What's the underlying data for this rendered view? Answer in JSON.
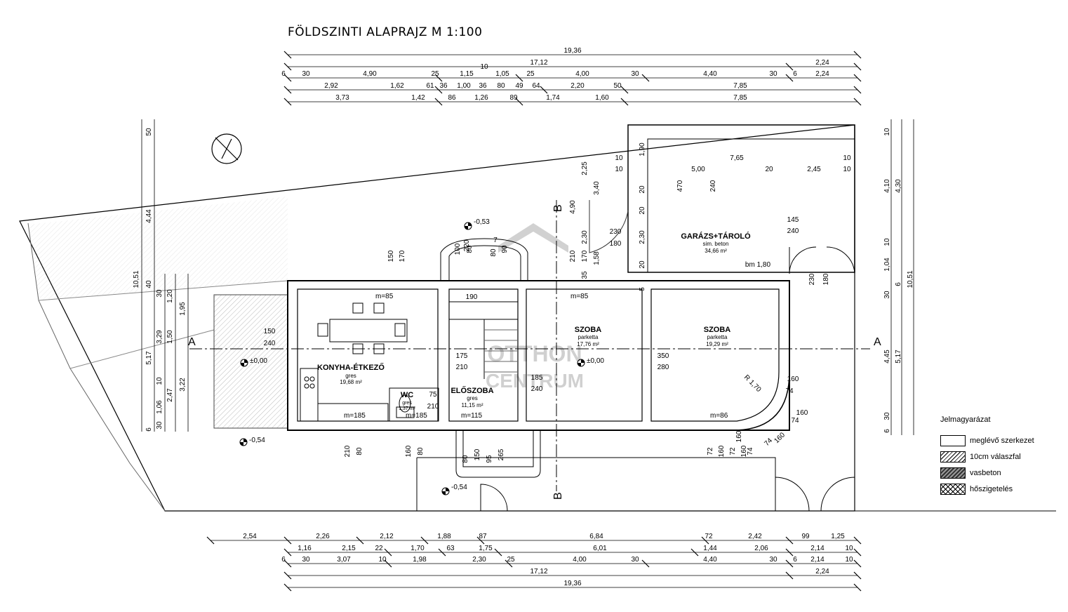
{
  "title": "FÖLDSZINTI ALAPRAJZ M 1:100",
  "section_markers": {
    "a_left": "A",
    "a_right": "A",
    "b_top": "B",
    "b_bottom": "B"
  },
  "rooms": {
    "kitchen": {
      "name": "KONYHA-ÉTKEZŐ",
      "floor": "gres",
      "area": "19,68 m²"
    },
    "wc": {
      "name": "WC",
      "floor": "gres",
      "area": "1,37 m²"
    },
    "hall": {
      "name": "ELŐSZOBA",
      "floor": "gres",
      "area": "11,15 m²"
    },
    "room1": {
      "name": "SZOBA",
      "floor": "parketta",
      "area": "17,76 m²"
    },
    "room2": {
      "name": "SZOBA",
      "floor": "parketta",
      "area": "19,29 m²"
    },
    "garage": {
      "name": "GARÁZS+TÁROLÓ",
      "floor": "sim. beton",
      "area": "34,66 m²",
      "note": "bm 1,80"
    }
  },
  "levels": [
    "-0,53",
    "±0,00",
    "±0,00",
    "-0,54",
    "-0,54"
  ],
  "window_labels": [
    "m=85",
    "m=85",
    "m=185",
    "m=185",
    "m=115",
    "m=86"
  ],
  "radius_label": "R 1,70",
  "dims_top": {
    "row1": [
      "19,36"
    ],
    "row2": [
      "17,12",
      "2,24"
    ],
    "row3": [
      "6",
      "30",
      "4,90",
      "25",
      "1,15",
      "10",
      "1,05",
      "25",
      "4,00",
      "30",
      "4,40",
      "30",
      "6",
      "2,24"
    ],
    "row4": [
      "2,92",
      "1,62",
      "61",
      "36",
      "1,00",
      "36",
      "80",
      "49",
      "64",
      "2,20",
      "50",
      "7,85"
    ],
    "row5": [
      "3,73",
      "1,42",
      "86",
      "1,26",
      "89",
      "1,74",
      "1,60",
      "7,85"
    ]
  },
  "dims_bottom": {
    "row1": [
      "2,54",
      "2,26",
      "2,12",
      "1,88",
      "87",
      "6,84",
      "72",
      "2,42",
      "99",
      "1,25"
    ],
    "row2": [
      "1,16",
      "2,15",
      "22",
      "1,70",
      "63",
      "1,75",
      "6,01",
      "1,44",
      "2,06",
      "2,14",
      "10"
    ],
    "row3": [
      "6",
      "30",
      "3,07",
      "10",
      "1,98",
      "2,30",
      "25",
      "4,00",
      "30",
      "4,40",
      "30",
      "6",
      "2,14",
      "10"
    ],
    "row4": [
      "17,12",
      "2,24"
    ],
    "row5": [
      "19,36"
    ]
  },
  "dims_left": [
    "50",
    "4,44",
    "10,51",
    "40",
    "30",
    "1,20",
    "1,95",
    "5,17",
    "3,29",
    "1,50",
    "10",
    "2,47",
    "3,22",
    "1,06",
    "30",
    "6"
  ],
  "dims_right": [
    "10",
    "4,10",
    "4,30",
    "10,51",
    "10",
    "1,04",
    "6",
    "30",
    "4,45",
    "5,17",
    "30",
    "6"
  ],
  "dims_inner": [
    "150",
    "240",
    "175",
    "210",
    "185",
    "240",
    "350",
    "280",
    "145",
    "240",
    "230",
    "180",
    "7,65",
    "10",
    "10",
    "5,00",
    "20",
    "2,45",
    "10",
    "10",
    "470",
    "240",
    "1,90",
    "2,25",
    "3,40",
    "4,90",
    "2,30",
    "2,30",
    "20",
    "20",
    "20",
    "210",
    "170",
    "1,58",
    "35",
    "5",
    "230",
    "180",
    "150",
    "170",
    "75",
    "210",
    "160",
    "74",
    "160",
    "74",
    "160",
    "74",
    "72",
    "160",
    "72",
    "160",
    "160",
    "74",
    "210",
    "80",
    "160",
    "80",
    "80",
    "150",
    "95",
    "265",
    "190",
    "80",
    "90",
    "100",
    "220",
    "7",
    "80"
  ],
  "legend": {
    "title": "Jelmagyarázat",
    "items": [
      "meglévő szerkezet",
      "10cm válaszfal",
      "vasbeton",
      "hőszigetelés"
    ]
  },
  "watermark": {
    "line1": "OTTHON",
    "line2": "CENTRUM"
  }
}
